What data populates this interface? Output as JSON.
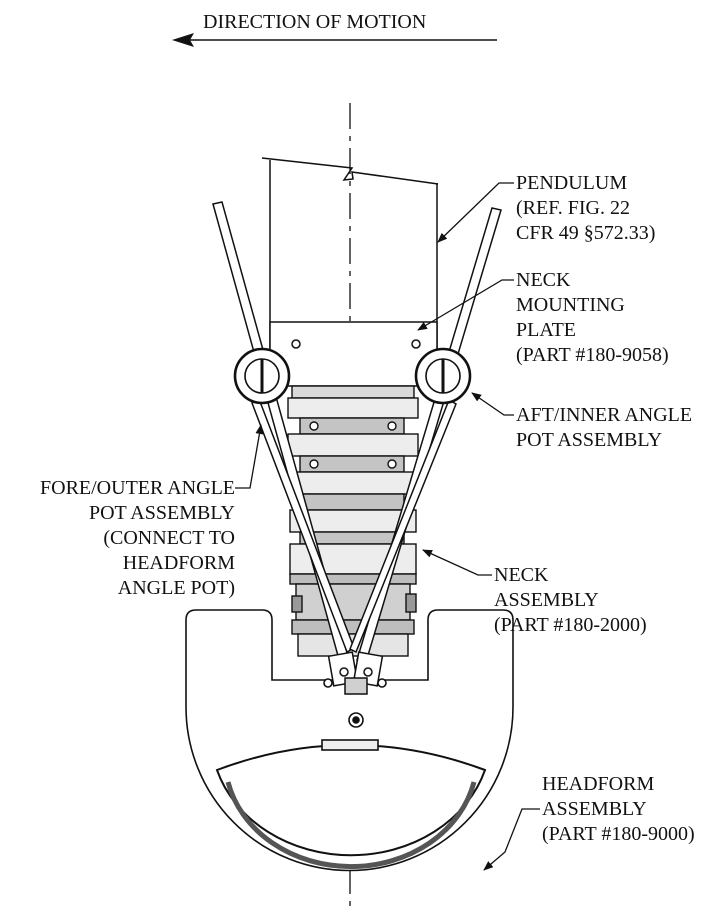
{
  "direction": {
    "label": "DIRECTION OF MOTION"
  },
  "callouts": {
    "pendulum": [
      "PENDULUM",
      "(REF. FIG. 22",
      "CFR 49 §572.33)"
    ],
    "mounting_plate": [
      "NECK",
      "MOUNTING",
      "PLATE",
      "(PART #180-9058)"
    ],
    "aft_pot": [
      "AFT/INNER ANGLE",
      "POT ASSEMBLY"
    ],
    "fore_pot": [
      "FORE/OUTER ANGLE",
      "POT ASSEMBLY",
      "(CONNECT TO",
      "HEADFORM",
      "ANGLE POT)"
    ],
    "neck_assembly": [
      "NECK",
      "ASSEMBLY",
      "(PART #180-2000)"
    ],
    "headform": [
      "HEADFORM",
      "ASSEMBLY",
      "(PART #180-9000)"
    ]
  }
}
